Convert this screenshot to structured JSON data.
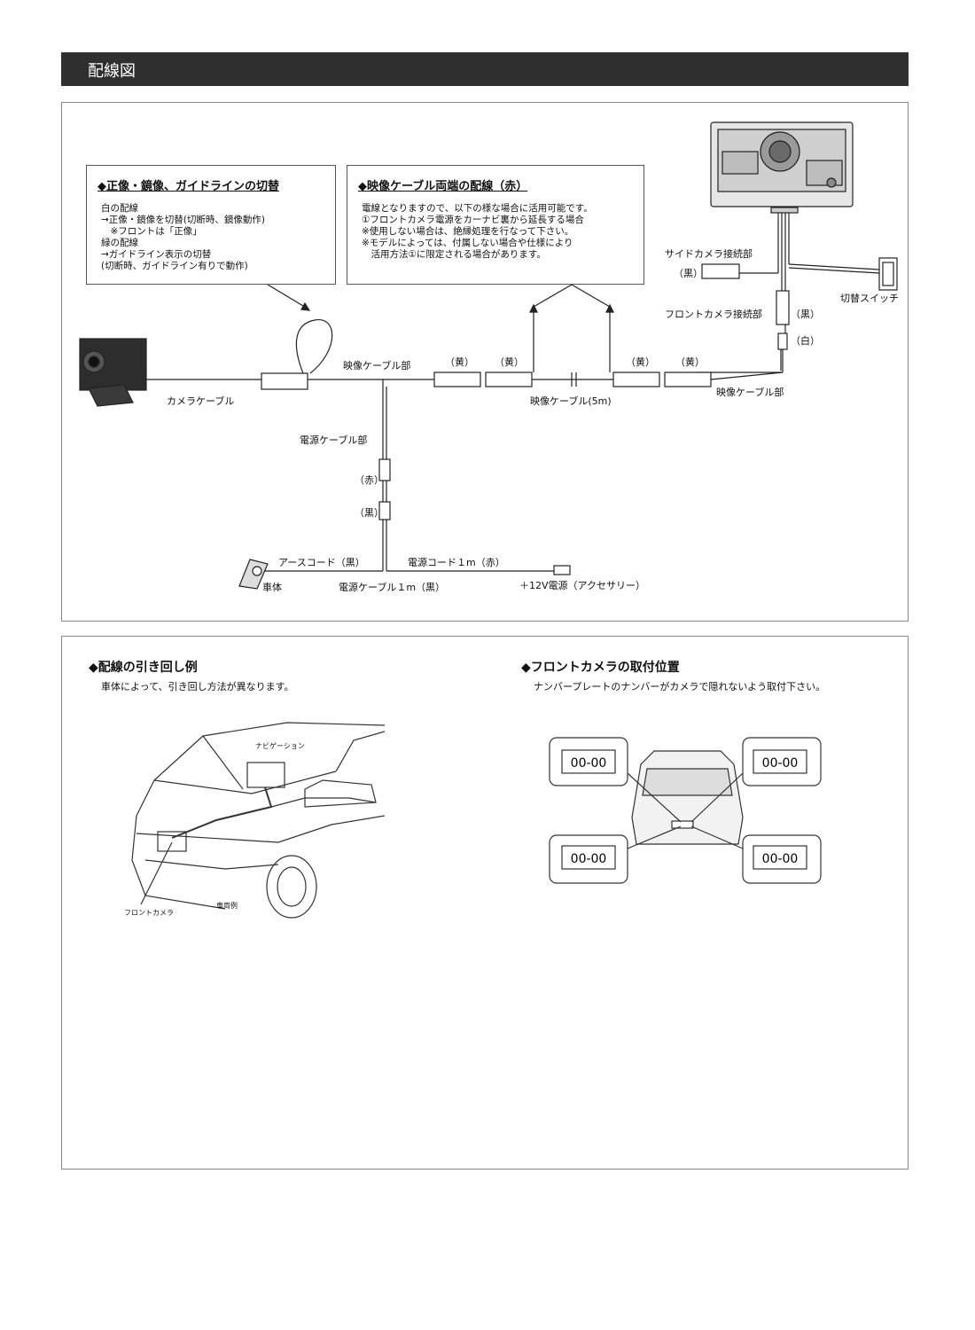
{
  "header": {
    "title": "配線図"
  },
  "wiring": {
    "callout_switch": {
      "title": "◆正像・鏡像、ガイドラインの切替",
      "lines": [
        "白の配線",
        "→正像・鏡像を切替(切断時、鏡像動作)",
        "　※フロントは「正像」",
        "緑の配線",
        "→ガイドライン表示の切替",
        "(切断時、ガイドライン有りで動作)"
      ]
    },
    "callout_video": {
      "title": "◆映像ケーブル両端の配線（赤）",
      "lines": [
        "電線となりますので、以下の様な場合に活用可能です。",
        "①フロントカメラ電源をカーナビ裏から延長する場合",
        "※使用しない場合は、絶縁処理を行なって下さい。",
        "※モデルによっては、付属しない場合や仕様により",
        "　活用方法①に限定される場合があります。"
      ]
    },
    "labels": {
      "camera_cable": "カメラケーブル",
      "video_cable_part_left": "映像ケーブル部",
      "video_cable_part_right": "映像ケーブル部",
      "video_cable_5m": "映像ケーブル(5m)",
      "yellow_1": "（黄）",
      "yellow_2": "（黄）",
      "yellow_3": "（黄）",
      "yellow_4": "（黄）",
      "power_cable_part": "電源ケーブル部",
      "red": "（赤）",
      "black": "（黒）",
      "earth_cord": "アースコード（黒）",
      "body": "車体",
      "power_cable_1m_black": "電源ケーブル１m（黒）",
      "power_cord_1m_red": "電源コード１m（赤）",
      "acc_power": "＋12V電源（アクセサリー）",
      "side_camera_connector": "サイドカメラ接続部",
      "side_black": "（黒）",
      "front_camera_connector": "フロントカメラ接続部",
      "front_black": "（黒）",
      "front_white": "（白）",
      "switch": "切替スイッチ"
    }
  },
  "routing": {
    "title": "◆配線の引き回し例",
    "note": "車体によって、引き回し方法が異なります。",
    "nav_label": "ナビゲーション",
    "front_camera_label": "フロントカメラ",
    "example_label": "車両例"
  },
  "mounting": {
    "title": "◆フロントカメラの取付位置",
    "note": "ナンバープレートのナンバーがカメラで隠れないよう取付下さい。",
    "plate_text": "00-00",
    "plate_count": 4
  }
}
